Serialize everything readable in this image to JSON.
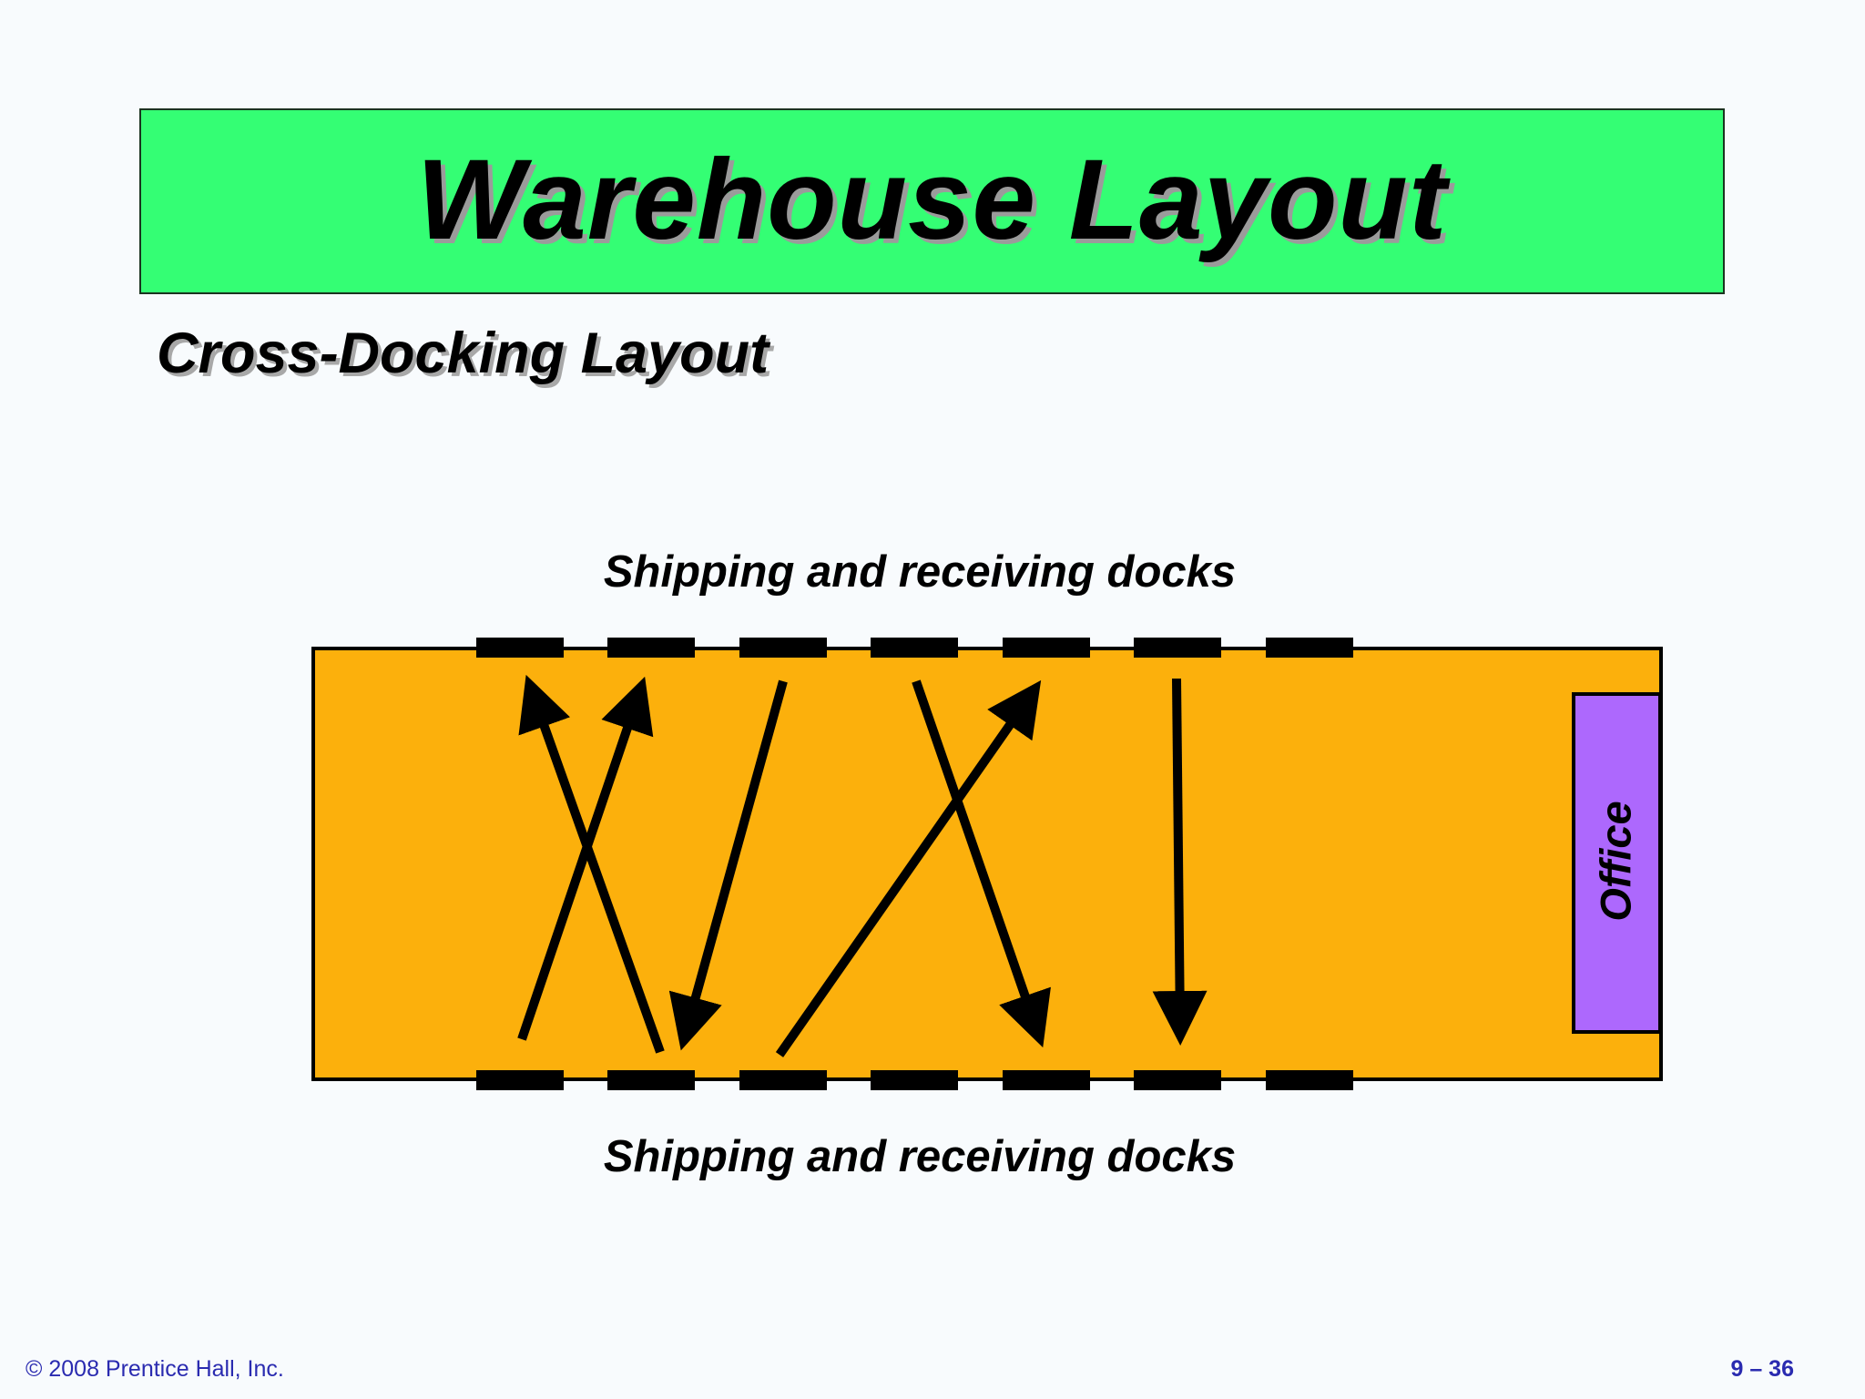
{
  "slide": {
    "title": "Warehouse Layout",
    "subtitle": "Cross-Docking Layout"
  },
  "diagram": {
    "top_docks_label": "Shipping and receiving docks",
    "bottom_docks_label": "Shipping and receiving docks",
    "office_label": "Office",
    "docks_per_side": 7,
    "flows": [
      {
        "from": "bottom",
        "to": "top"
      },
      {
        "from": "bottom",
        "to": "top"
      },
      {
        "from": "top",
        "to": "bottom"
      },
      {
        "from": "bottom",
        "to": "top"
      },
      {
        "from": "top",
        "to": "bottom"
      },
      {
        "from": "top",
        "to": "bottom"
      }
    ],
    "colors": {
      "floor": "#fcb00c",
      "office": "#ad68fd",
      "title_background": "#34fe74",
      "footer_text": "#2a2bb0"
    }
  },
  "footer": {
    "copyright": "© 2008 Prentice Hall, Inc.",
    "page_number": "9 – 36"
  }
}
